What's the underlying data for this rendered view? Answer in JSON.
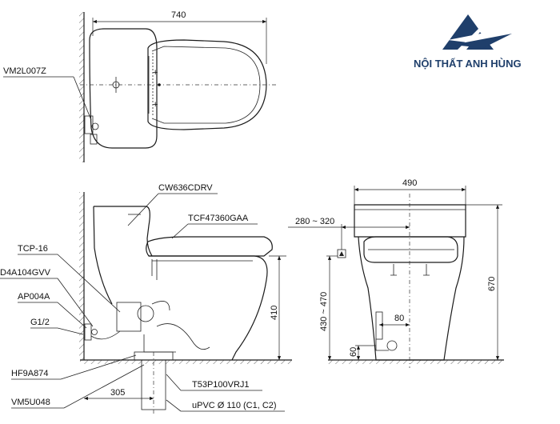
{
  "brand": {
    "name": "NỘI THẤT ANH HÙNG",
    "text_color": "#1f3f6b",
    "logo_color": "#1f3f6b",
    "logo_icon": "anh-hung-logo-icon"
  },
  "top_view": {
    "dim_width": "740",
    "part_label": "VM2L007Z"
  },
  "side_view": {
    "labels": {
      "seat": "CW636CDRV",
      "bidet_seat": "TCF47360GAA",
      "hose": "TCP-16",
      "valve": "D4A104GVV",
      "adapter": "AP004A",
      "inlet": "G1/2",
      "flange": "HF9A874",
      "outlet": "VM5U048",
      "pipe_adapter": "T53P100VRJ1",
      "pipe": "uPVC Ø 110 (C1, C2)"
    },
    "dims": {
      "height": "410",
      "rough_in": "305"
    }
  },
  "front_view": {
    "dims": {
      "width": "490",
      "height": "670",
      "outlet_range": "280 ~ 320",
      "outlet_height": "430 ~ 470",
      "offset": "80",
      "bottom": "60"
    }
  }
}
